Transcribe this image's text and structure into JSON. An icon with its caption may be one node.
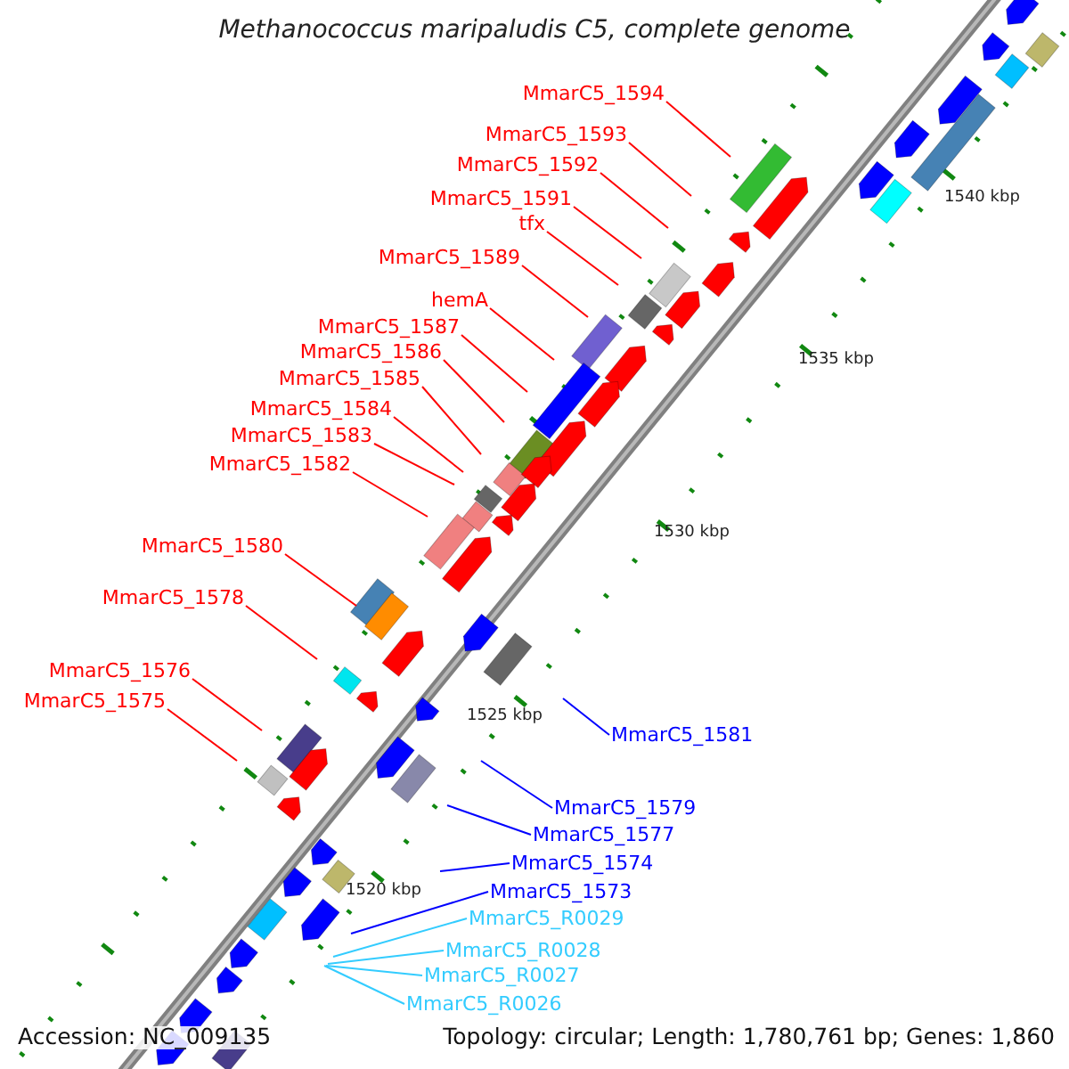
{
  "diagram": {
    "title": "Methanococcus maripaludis C5, complete genome",
    "nodes": [
      {
        "text": [
          "MmarC5_1594"
        ]
      },
      {
        "text": [
          "MmarC5_1593"
        ]
      },
      {
        "text": [
          "MmarC5_1592"
        ]
      },
      {
        "text": [
          "MmarC5_1591"
        ]
      },
      {
        "text": [
          "tfx"
        ]
      },
      {
        "text": [
          "MmarC5_1589"
        ]
      },
      {
        "text": [
          "hemA"
        ]
      },
      {
        "text": [
          "MmarC5_1587"
        ]
      },
      {
        "text": [
          "MmarC5_1586"
        ]
      },
      {
        "text": [
          "MmarC5_1585"
        ]
      },
      {
        "text": [
          "MmarC5_1584"
        ]
      },
      {
        "text": [
          "MmarC5_1583"
        ]
      },
      {
        "text": [
          "MmarC5_1582"
        ]
      },
      {
        "text": [
          "MmarC5_1580"
        ]
      },
      {
        "text": [
          "MmarC5_1578"
        ]
      },
      {
        "text": [
          "MmarC5_1576"
        ]
      },
      {
        "text": [
          "MmarC5_1575"
        ]
      },
      {
        "text": [
          "MmarC5_1581"
        ]
      },
      {
        "text": [
          "MmarC5_1579"
        ]
      },
      {
        "text": [
          "MmarC5_1577"
        ]
      },
      {
        "text": [
          "MmarC5_1574"
        ]
      },
      {
        "text": [
          "MmarC5_1573"
        ]
      },
      {
        "text": [
          "MmarC5_R0029"
        ]
      },
      {
        "text": [
          "MmarC5_R0028"
        ]
      },
      {
        "text": [
          "MmarC5_R0027"
        ]
      },
      {
        "text": [
          "MmarC5_R0026"
        ]
      }
    ],
    "edges": [
      {
        "from": 0,
        "to": null,
        "arrow": "none"
      },
      {
        "from": 1,
        "to": null,
        "arrow": "none"
      },
      {
        "from": 2,
        "to": null,
        "arrow": "none"
      },
      {
        "from": 3,
        "to": null,
        "arrow": "none"
      },
      {
        "from": 4,
        "to": null,
        "arrow": "none"
      },
      {
        "from": 5,
        "to": null,
        "arrow": "none"
      },
      {
        "from": 6,
        "to": null,
        "arrow": "none"
      },
      {
        "from": 7,
        "to": null,
        "arrow": "none"
      },
      {
        "from": 8,
        "to": null,
        "arrow": "none"
      },
      {
        "from": 9,
        "to": null,
        "arrow": "none"
      },
      {
        "from": 10,
        "to": null,
        "arrow": "none"
      },
      {
        "from": 11,
        "to": null,
        "arrow": "none"
      },
      {
        "from": 12,
        "to": null,
        "arrow": "none"
      },
      {
        "from": 13,
        "to": null,
        "arrow": "none"
      },
      {
        "from": 14,
        "to": null,
        "arrow": "none"
      },
      {
        "from": 15,
        "to": null,
        "arrow": "none"
      },
      {
        "from": 16,
        "to": null,
        "arrow": "none"
      },
      {
        "from": 17,
        "to": null,
        "arrow": "none",
        "color": "#0000ff"
      },
      {
        "from": 18,
        "to": null,
        "arrow": "none",
        "color": "#0000ff"
      },
      {
        "from": 19,
        "to": null,
        "arrow": "none",
        "color": "#0000ff"
      },
      {
        "from": 20,
        "to": null,
        "arrow": "none",
        "color": "#0000ff"
      },
      {
        "from": 21,
        "to": null,
        "arrow": "none",
        "color": "#0000ff"
      },
      {
        "from": 22,
        "to": null,
        "arrow": "none",
        "color": "#33ccff"
      },
      {
        "from": 23,
        "to": null,
        "arrow": "none",
        "color": "#33ccff"
      },
      {
        "from": 24,
        "to": null,
        "arrow": "none",
        "color": "#33ccff"
      },
      {
        "from": 25,
        "to": null,
        "arrow": "none",
        "color": "#33ccff"
      }
    ],
    "labels": [
      "1540 kbp",
      "1535 kbp",
      "1530 kbp",
      "1525 kbp",
      "1520 kbp",
      "Accession: NC_009135",
      "Topology: circular; Length: 1,780,761 bp; Genes: 1,860"
    ]
  }
}
